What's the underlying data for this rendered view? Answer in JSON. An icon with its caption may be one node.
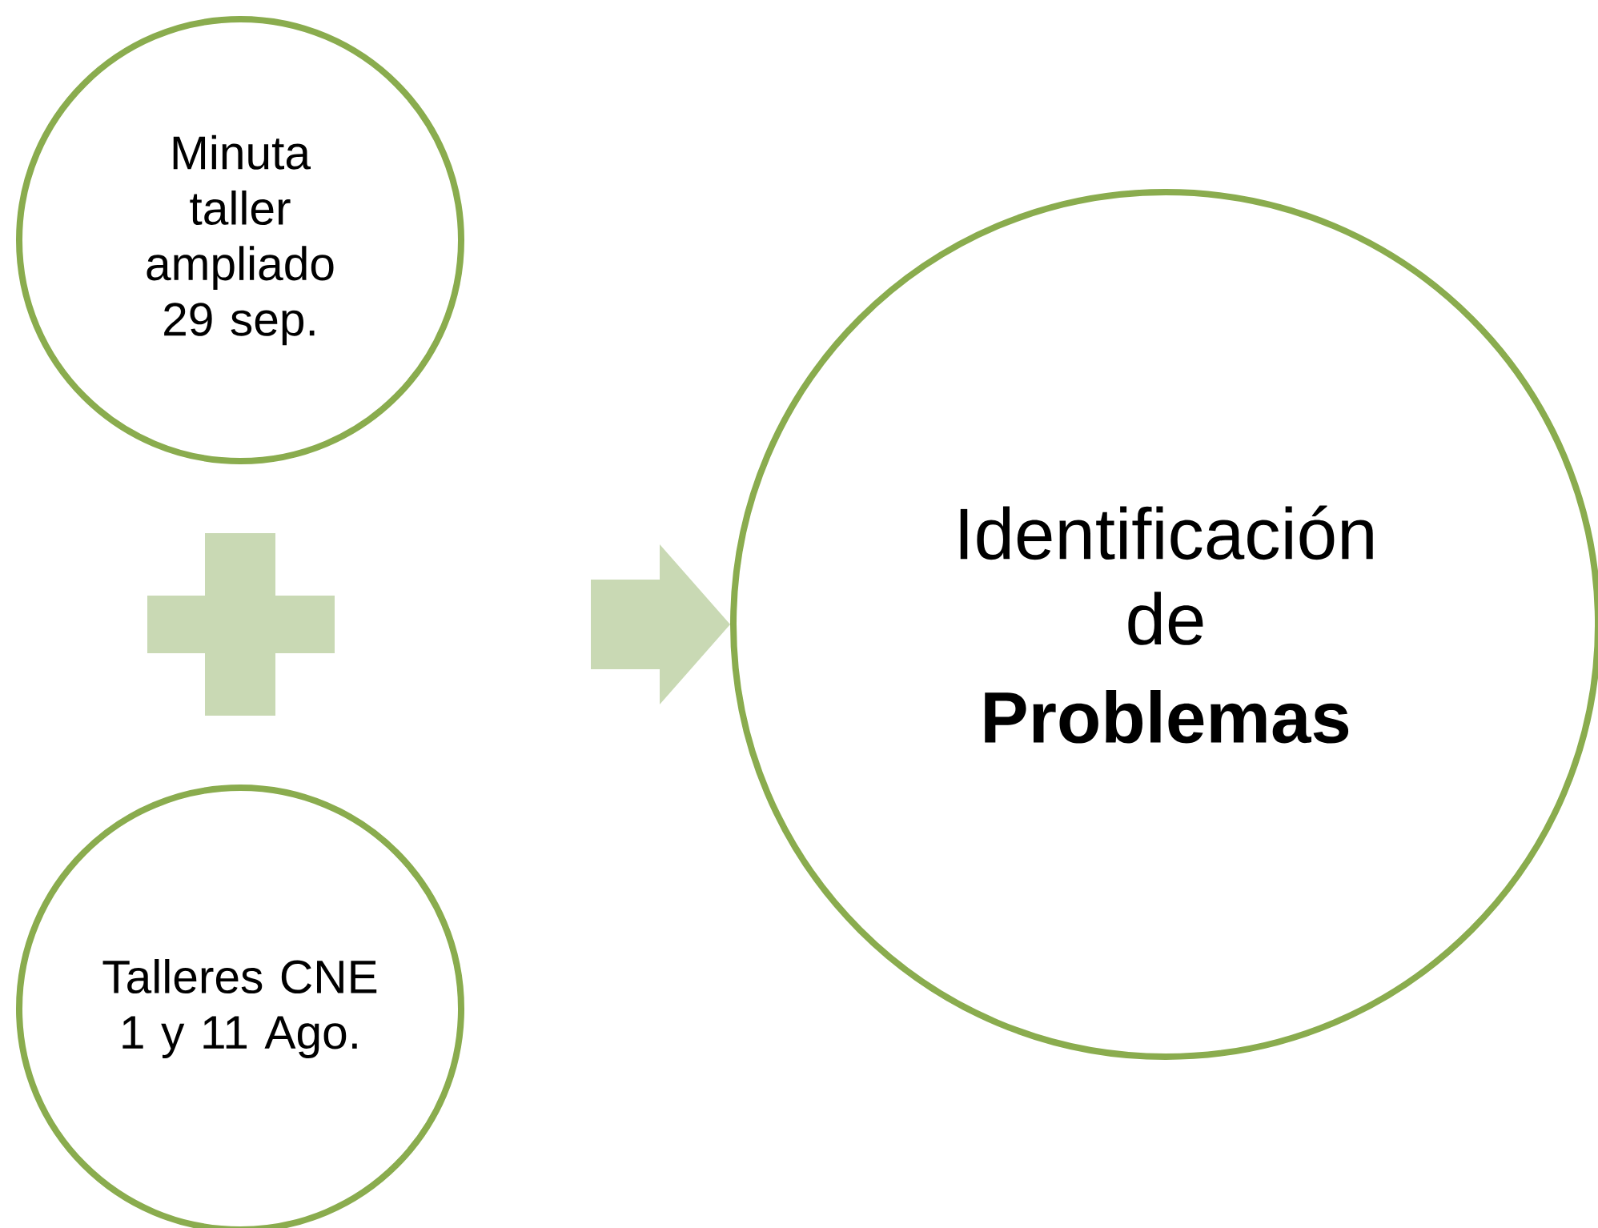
{
  "diagram": {
    "nodes": [
      {
        "text": [
          "Minuta taller ampliado 29 sep."
        ]
      },
      {
        "text": [
          "Talleres CNE 1 y 11 Ago."
        ]
      },
      {
        "text": [
          "Identificación de",
          "Problemas"
        ]
      }
    ],
    "edges": [
      {
        "from": null,
        "to": 2,
        "arrow": "to"
      }
    ]
  }
}
